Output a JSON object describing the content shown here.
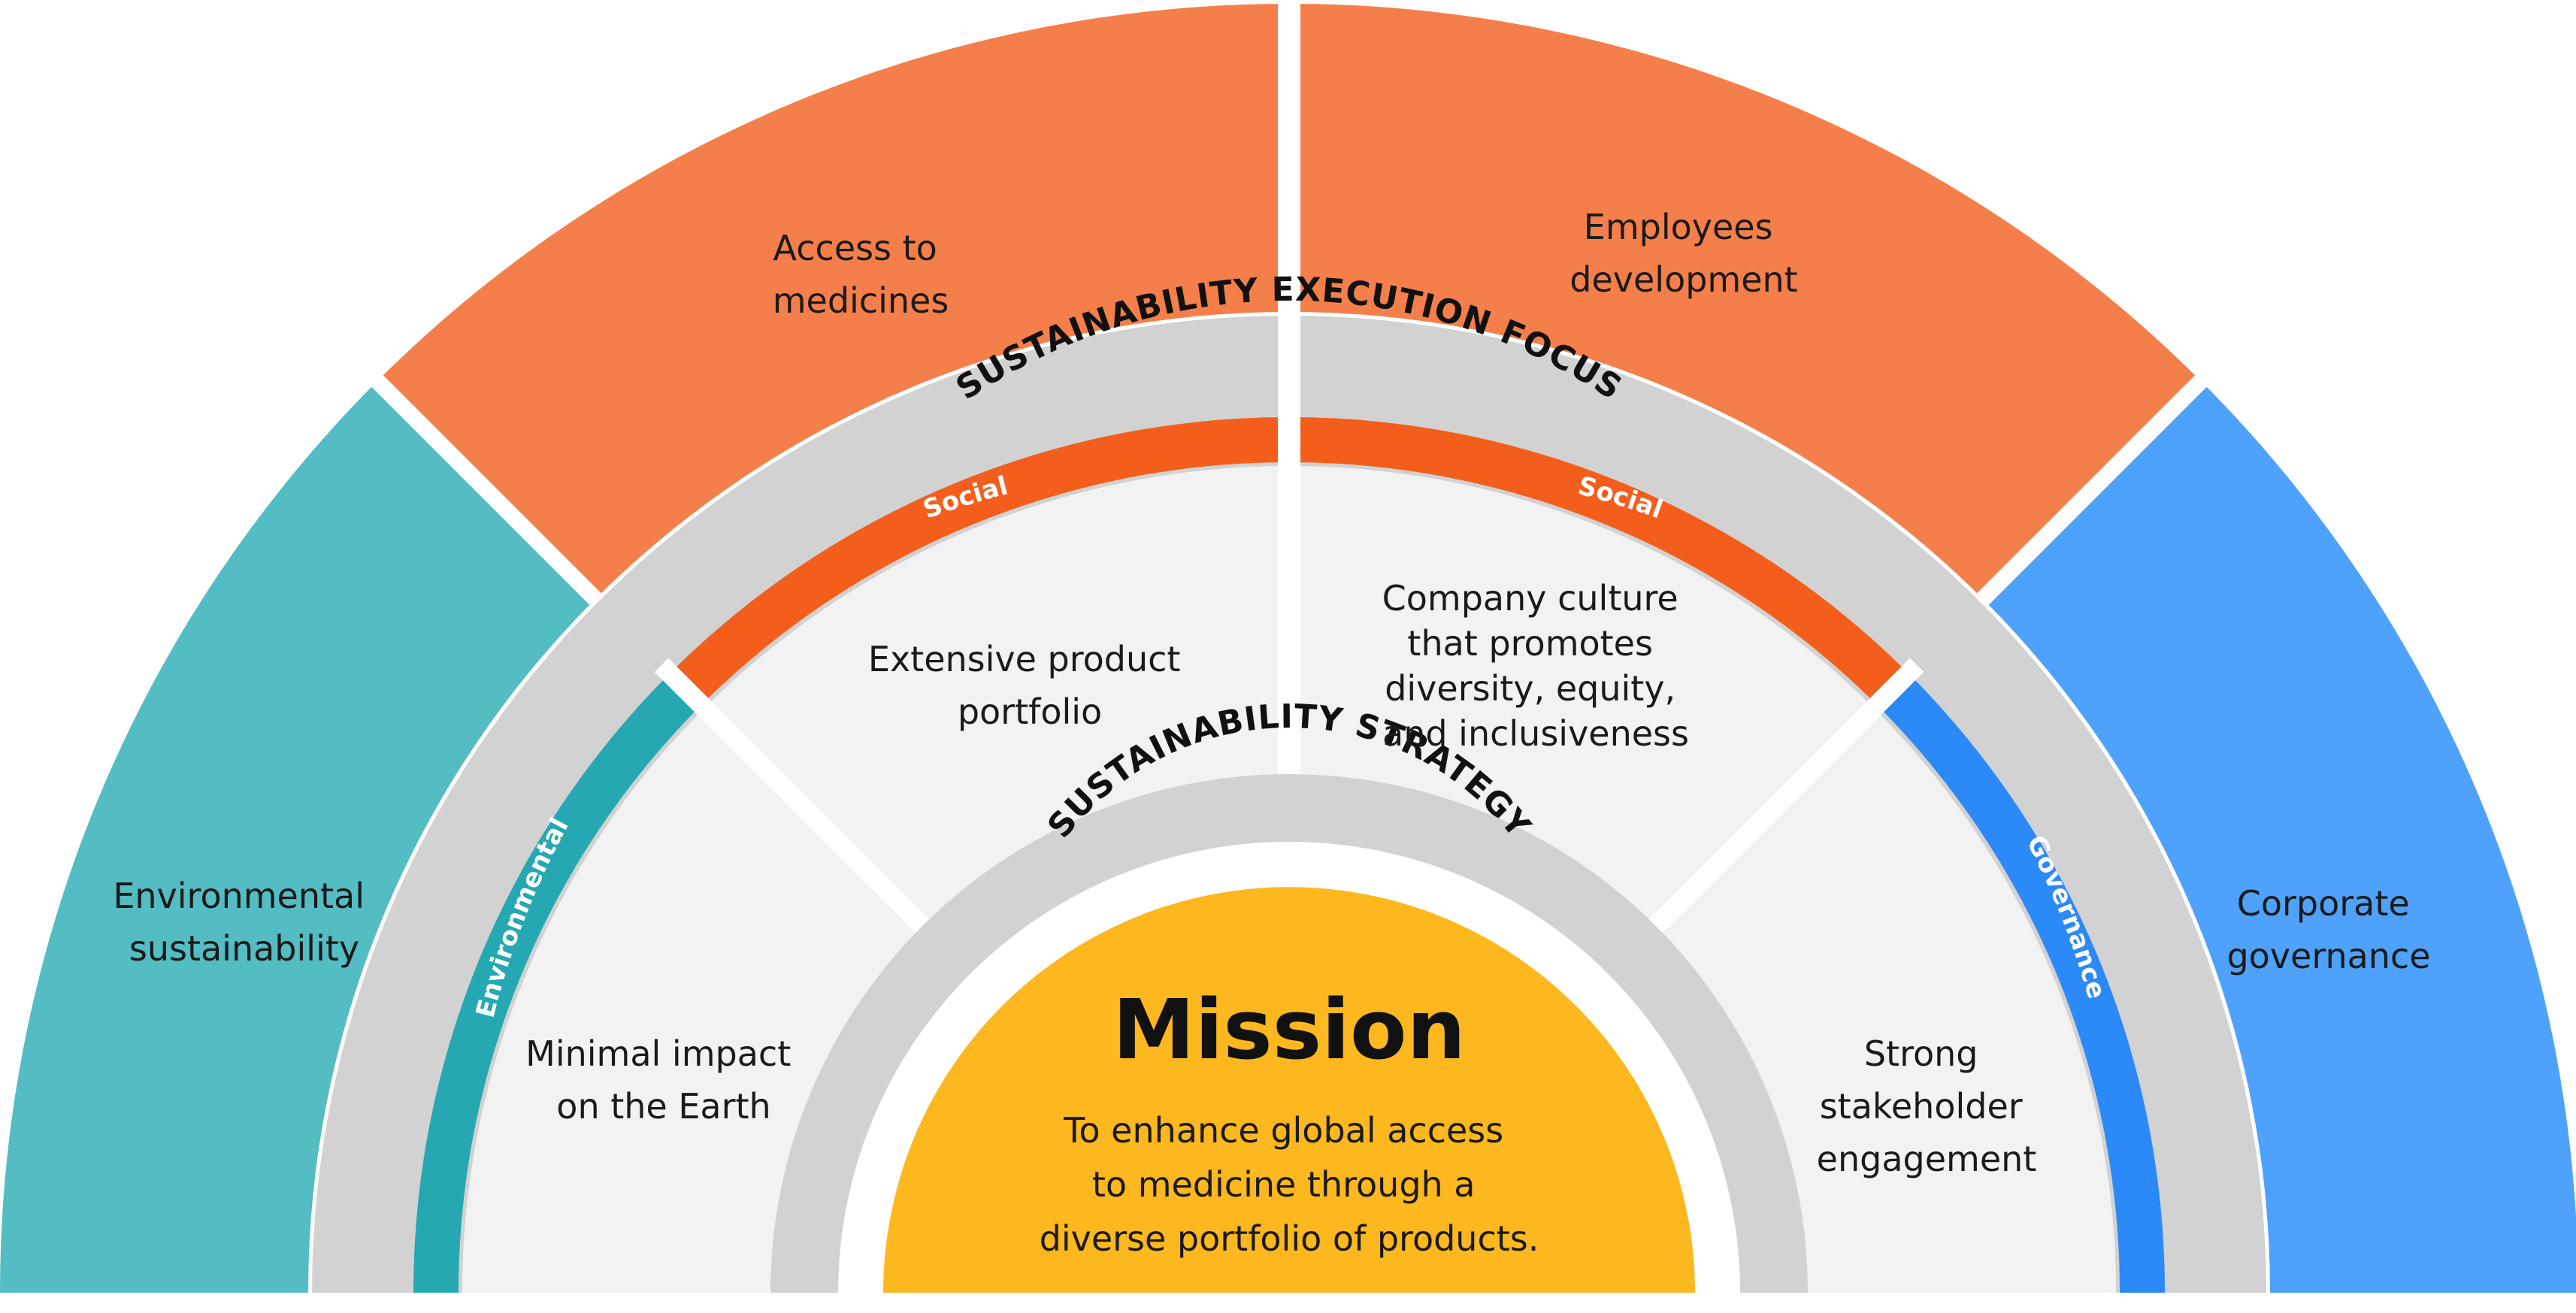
{
  "outer_ring": {
    "segments": [
      {
        "label_lines": [
          "Environmental",
          "sustainability"
        ],
        "color": "#54BCC3"
      },
      {
        "label_lines": [
          "Access to",
          "medicines"
        ],
        "color": "#F57F4B"
      },
      {
        "label_lines": [
          "Employees",
          "development"
        ],
        "color": "#F57F4B"
      },
      {
        "label_lines": [
          "Corporate",
          "governance"
        ],
        "color": "#4FA2FB"
      }
    ]
  },
  "execution_ring": {
    "title": "SUSTAINABILITY EXECUTION FOCUS",
    "color": "#D2D2D2"
  },
  "category_bands": [
    {
      "label": "Environmental",
      "color": "#25A8B1"
    },
    {
      "label": "Social",
      "color": "#F45E1C"
    },
    {
      "label": "Social",
      "color": "#F45E1C"
    },
    {
      "label": "Governance",
      "color": "#2C89F8"
    }
  ],
  "focus_areas": [
    {
      "label_lines": [
        "Minimal impact",
        "on the Earth"
      ]
    },
    {
      "label_lines": [
        "Extensive product",
        "portfolio"
      ]
    },
    {
      "label_lines": [
        "Company culture",
        "that promotes",
        "diversity, equity,",
        "and inclusiveness"
      ]
    },
    {
      "label_lines": [
        "Strong",
        "stakeholder",
        "engagement"
      ]
    }
  ],
  "strategy_ring": {
    "title": "SUSTAINABILITY STRATEGY",
    "color": "#D2D2D2"
  },
  "mission": {
    "title": "Mission",
    "text_lines": [
      "To enhance global access",
      "to medicine through a",
      "diverse portfolio of products."
    ],
    "color": "#FDB71F"
  },
  "colors": {
    "inner_fill": "#F2F2F2",
    "separator": "#FFFFFF"
  }
}
